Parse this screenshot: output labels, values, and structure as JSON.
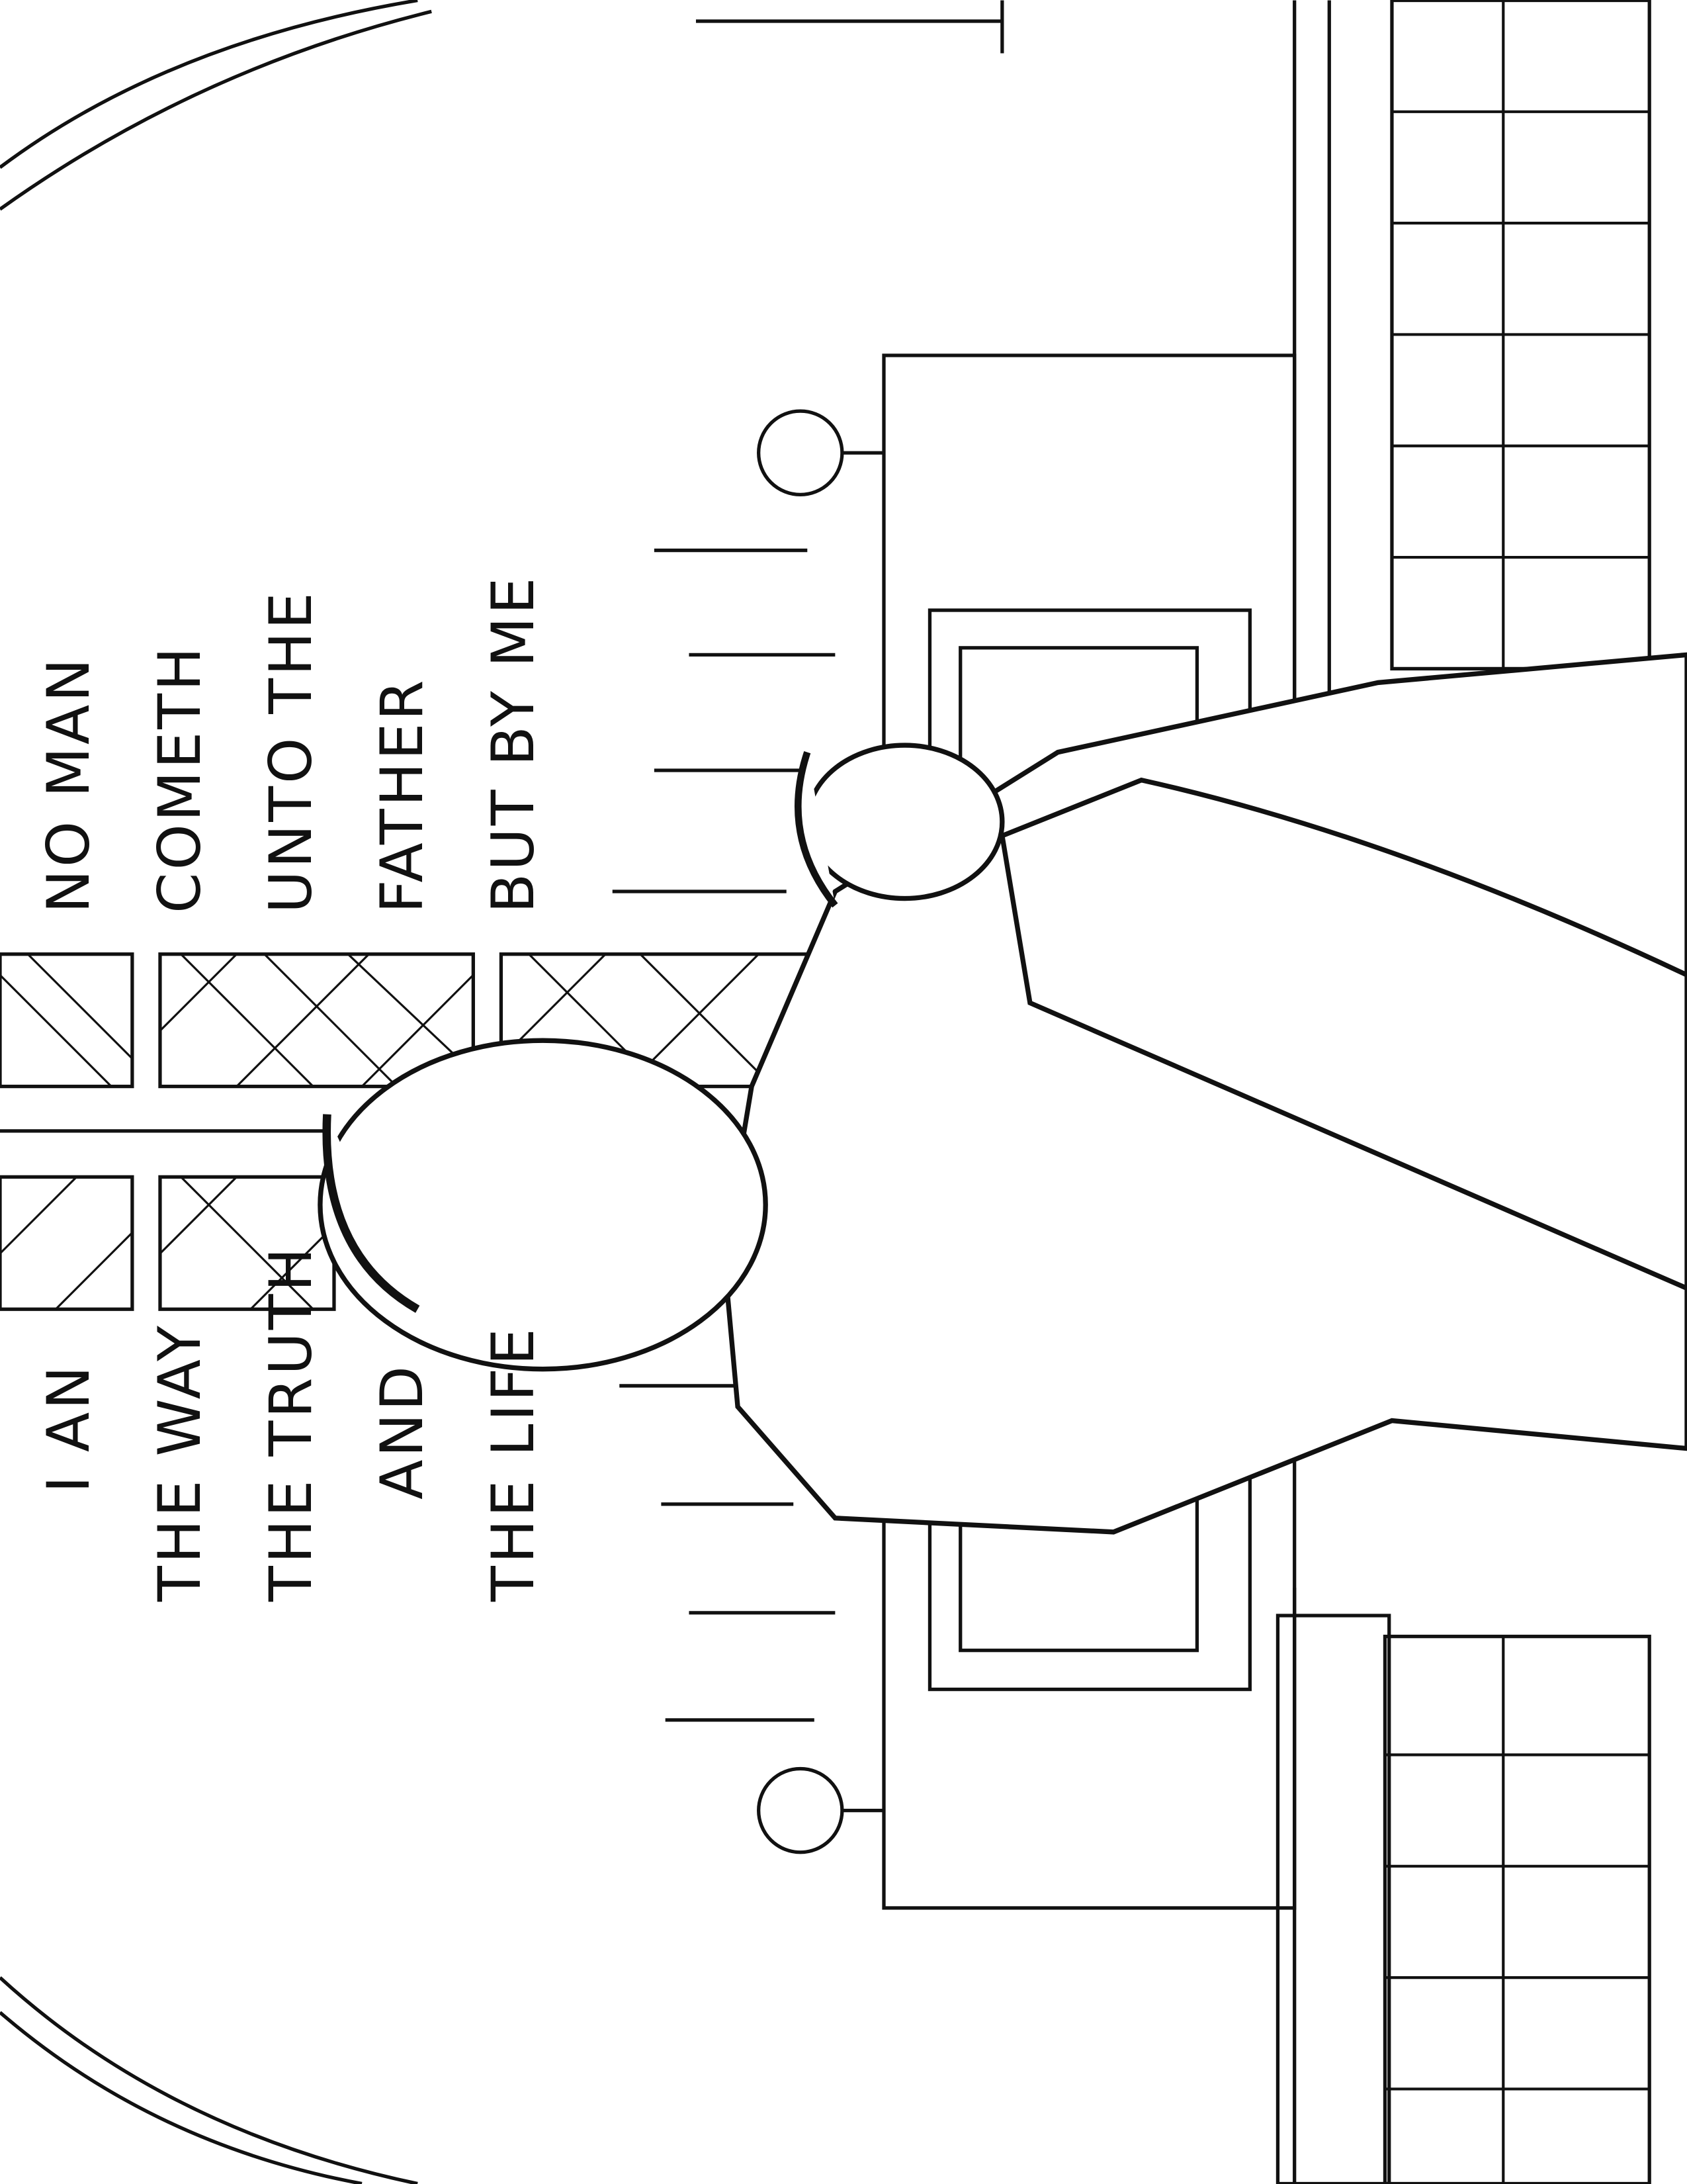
{
  "verse_left": [
    "I AN",
    "THE WAY",
    "THE TRUTH",
    "AND",
    "THE LIFE"
  ],
  "verse_right": [
    "NO MAN",
    "COMETH",
    "UNTO THE",
    "FATHER",
    "BUT BY ME"
  ],
  "colors": {
    "line": "#111111",
    "background": "#ffffff"
  }
}
